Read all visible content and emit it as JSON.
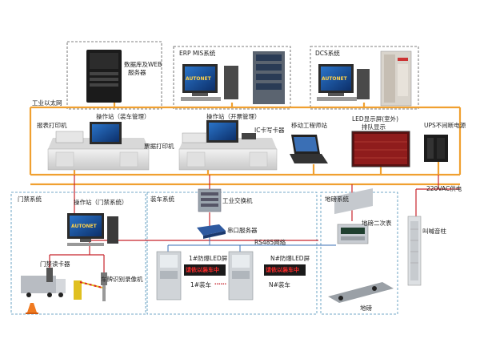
{
  "labels": {
    "server": "数据库及WEB",
    "server2": "服务器",
    "erp": "ERP MIS系统",
    "dcs": "DCS系统",
    "ethernet": "工业以太网",
    "report_printer": "报表打印机",
    "op_load": "操作站（装车管理）",
    "op_ticket": "操作站（开票管理）",
    "ic_reader": "IC卡写卡器",
    "ticket_printer": "票据打印机",
    "mobile": "移动工程师站",
    "led_outdoor": "LED显示屏(室外)",
    "queue": "排队显示",
    "ups": "UPS不间断电源",
    "power": "220VAC供电",
    "gate_sys": "门禁系统",
    "op_gate": "操作站（门禁系统）",
    "load_sys": "装车系统",
    "switch": "工业交换机",
    "serial": "串口服务器",
    "rs485": "RS485网络",
    "weigh_sys": "地磅系统",
    "weigh_meter": "地磅二次表",
    "horn": "叫喊音柱",
    "card_reader": "门禁读卡器",
    "plate_cam": "车牌识别录像机",
    "led1": "1#防爆LED屏",
    "ledn": "N#防爆LED屏",
    "car1": "1#装车",
    "carn": "N#装车",
    "dots": "……",
    "scale": "地磅",
    "led_text1": "请依以装车中",
    "led_text2": "请依以装车中",
    "monitor_brand": "AUTONET"
  },
  "colors": {
    "ethernet": "#f0a030",
    "red_wire": "#c8242c",
    "blue_wire": "#3a6fb5",
    "dash": "#555555"
  }
}
